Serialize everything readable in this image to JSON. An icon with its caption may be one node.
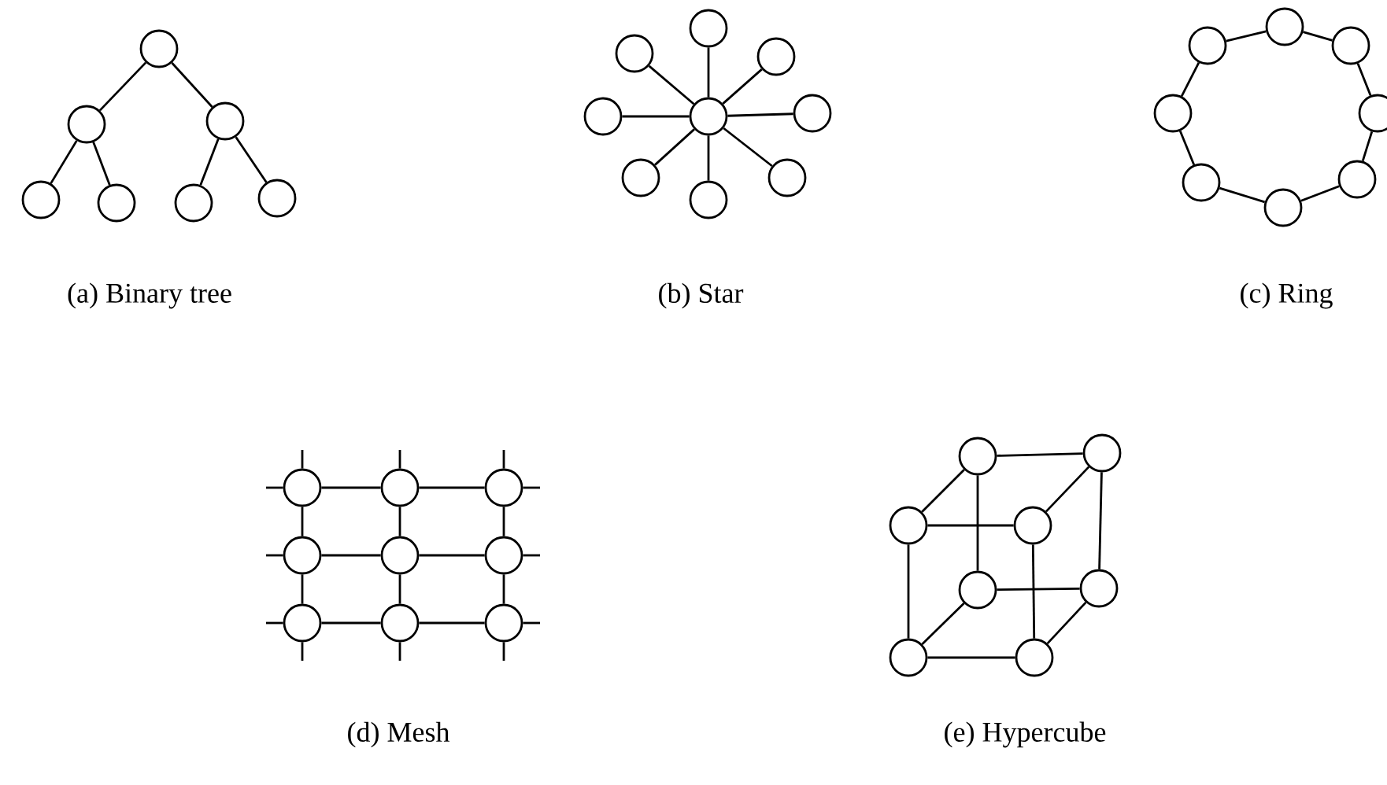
{
  "diagram": {
    "nodes": [
      {
        "text": [],
        "shape": "circle"
      },
      {
        "text": [],
        "shape": "circle"
      },
      {
        "text": [],
        "shape": "circle"
      },
      {
        "text": [],
        "shape": "circle"
      },
      {
        "text": [],
        "shape": "circle"
      },
      {
        "text": [],
        "shape": "circle"
      },
      {
        "text": [],
        "shape": "circle"
      },
      {
        "text": [],
        "shape": "circle"
      },
      {
        "text": [],
        "shape": "circle"
      },
      {
        "text": [],
        "shape": "circle"
      },
      {
        "text": [],
        "shape": "circle"
      },
      {
        "text": [],
        "shape": "circle"
      },
      {
        "text": [],
        "shape": "circle"
      },
      {
        "text": [],
        "shape": "circle"
      },
      {
        "text": [],
        "shape": "circle"
      },
      {
        "text": [],
        "shape": "circle"
      },
      {
        "text": [],
        "shape": "circle"
      },
      {
        "text": [],
        "shape": "circle"
      },
      {
        "text": [],
        "shape": "circle"
      },
      {
        "text": [],
        "shape": "circle"
      },
      {
        "text": [],
        "shape": "circle"
      },
      {
        "text": [],
        "shape": "circle"
      },
      {
        "text": [],
        "shape": "circle"
      },
      {
        "text": [],
        "shape": "circle"
      },
      {
        "text": [],
        "shape": "circle"
      },
      {
        "text": [],
        "shape": "circle"
      },
      {
        "text": [],
        "shape": "circle"
      },
      {
        "text": [],
        "shape": "circle"
      },
      {
        "text": [],
        "shape": "circle"
      },
      {
        "text": [],
        "shape": "circle"
      },
      {
        "text": [],
        "shape": "circle"
      },
      {
        "text": [],
        "shape": "circle"
      },
      {
        "text": [],
        "shape": "circle"
      },
      {
        "text": [],
        "shape": "circle"
      },
      {
        "text": [],
        "shape": "circle"
      },
      {
        "text": [],
        "shape": "circle"
      },
      {
        "text": [],
        "shape": "circle"
      },
      {
        "text": [],
        "shape": "circle"
      },
      {
        "text": [],
        "shape": "circle"
      },
      {
        "text": [],
        "shape": "circle"
      },
      {
        "text": [],
        "shape": "circle"
      }
    ],
    "edges": [
      {
        "from": 0,
        "to": 1,
        "arrow": "none"
      },
      {
        "from": 0,
        "to": 2,
        "arrow": "none"
      },
      {
        "from": 1,
        "to": 3,
        "arrow": "none"
      },
      {
        "from": 1,
        "to": 4,
        "arrow": "none"
      },
      {
        "from": 2,
        "to": 5,
        "arrow": "none"
      },
      {
        "from": 2,
        "to": 6,
        "arrow": "none"
      },
      {
        "from": 11,
        "to": 7,
        "arrow": "none"
      },
      {
        "from": 11,
        "to": 8,
        "arrow": "none"
      },
      {
        "from": 11,
        "to": 9,
        "arrow": "none"
      },
      {
        "from": 11,
        "to": 10,
        "arrow": "none"
      },
      {
        "from": 11,
        "to": 12,
        "arrow": "none"
      },
      {
        "from": 11,
        "to": 13,
        "arrow": "none"
      },
      {
        "from": 11,
        "to": 14,
        "arrow": "none"
      },
      {
        "from": 11,
        "to": 15,
        "arrow": "none"
      },
      {
        "from": 16,
        "to": 17,
        "arrow": "none"
      },
      {
        "from": 16,
        "to": 18,
        "arrow": "none"
      },
      {
        "from": 17,
        "to": 19,
        "arrow": "none"
      },
      {
        "from": 18,
        "to": 20,
        "arrow": "none"
      },
      {
        "from": 19,
        "to": 21,
        "arrow": "none"
      },
      {
        "from": 20,
        "to": 22,
        "arrow": "none"
      },
      {
        "from": 21,
        "to": 23,
        "arrow": "none"
      },
      {
        "from": 22,
        "to": 23,
        "arrow": "none"
      },
      {
        "from": 24,
        "to": 25,
        "arrow": "none"
      },
      {
        "from": 25,
        "to": 26,
        "arrow": "none"
      },
      {
        "from": 27,
        "to": 28,
        "arrow": "none"
      },
      {
        "from": 28,
        "to": 29,
        "arrow": "none"
      },
      {
        "from": 30,
        "to": 31,
        "arrow": "none"
      },
      {
        "from": 31,
        "to": 32,
        "arrow": "none"
      },
      {
        "from": 24,
        "to": 27,
        "arrow": "none"
      },
      {
        "from": 27,
        "to": 30,
        "arrow": "none"
      },
      {
        "from": 25,
        "to": 28,
        "arrow": "none"
      },
      {
        "from": 28,
        "to": 31,
        "arrow": "none"
      },
      {
        "from": 26,
        "to": 29,
        "arrow": "none"
      },
      {
        "from": 29,
        "to": 32,
        "arrow": "none"
      },
      {
        "from": 24,
        "to": null,
        "arrow": "none"
      },
      {
        "from": 27,
        "to": null,
        "arrow": "none"
      },
      {
        "from": 30,
        "to": null,
        "arrow": "none"
      },
      {
        "from": 26,
        "to": null,
        "arrow": "none"
      },
      {
        "from": 29,
        "to": null,
        "arrow": "none"
      },
      {
        "from": 32,
        "to": null,
        "arrow": "none"
      },
      {
        "from": 24,
        "to": null,
        "arrow": "none"
      },
      {
        "from": 25,
        "to": null,
        "arrow": "none"
      },
      {
        "from": 26,
        "to": null,
        "arrow": "none"
      },
      {
        "from": 30,
        "to": null,
        "arrow": "none"
      },
      {
        "from": 31,
        "to": null,
        "arrow": "none"
      },
      {
        "from": 32,
        "to": null,
        "arrow": "none"
      },
      {
        "from": 33,
        "to": 34,
        "arrow": "none"
      },
      {
        "from": 33,
        "to": 35,
        "arrow": "none"
      },
      {
        "from": 34,
        "to": 36,
        "arrow": "none"
      },
      {
        "from": 35,
        "to": 36,
        "arrow": "none"
      },
      {
        "from": 37,
        "to": 38,
        "arrow": "none"
      },
      {
        "from": 37,
        "to": 39,
        "arrow": "none"
      },
      {
        "from": 38,
        "to": 40,
        "arrow": "none"
      },
      {
        "from": 39,
        "to": 40,
        "arrow": "none"
      },
      {
        "from": 33,
        "to": 37,
        "arrow": "none"
      },
      {
        "from": 34,
        "to": 38,
        "arrow": "none"
      },
      {
        "from": 35,
        "to": 39,
        "arrow": "none"
      },
      {
        "from": 36,
        "to": 40,
        "arrow": "none"
      }
    ],
    "labels": [
      "(a) Binary tree",
      "(b) Star",
      "(c) Ring",
      "(d) Mesh",
      "(e) Hypercube"
    ]
  }
}
